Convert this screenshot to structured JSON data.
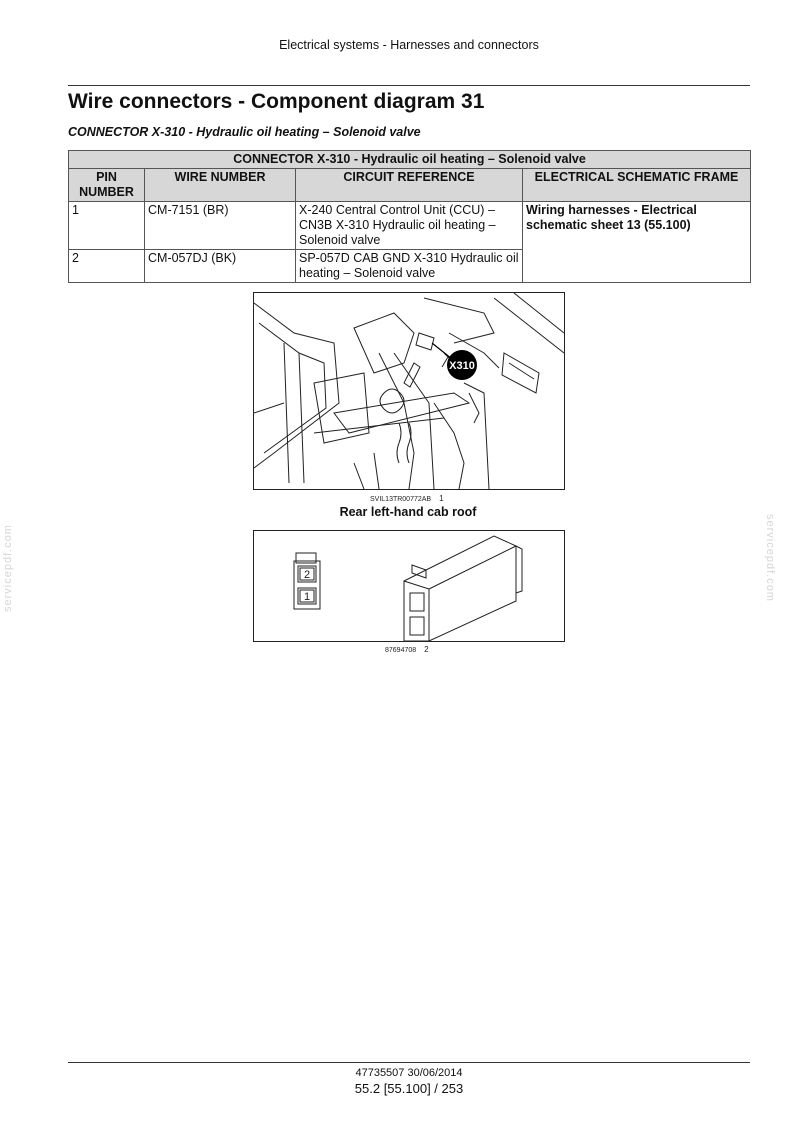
{
  "header": {
    "section": "Electrical systems - Harnesses and connectors"
  },
  "page_title": "Wire connectors - Component diagram 31",
  "subtitle": "CONNECTOR X-310 - Hydraulic oil heating – Solenoid valve",
  "table": {
    "caption": "CONNECTOR X-310 - Hydraulic oil heating – Solenoid valve",
    "headers": [
      "PIN NUMBER",
      "WIRE NUMBER",
      "CIRCUIT REFERENCE",
      "ELECTRICAL SCHEMATIC FRAME"
    ],
    "rows": [
      {
        "pin": "1",
        "wire": "CM-7151 (BR)",
        "circuit": "X-240 Central Control Unit (CCU) – CN3B X-310 Hydraulic oil heating – Solenoid valve"
      },
      {
        "pin": "2",
        "wire": "CM-057DJ (BK)",
        "circuit": "SP-057D CAB GND X-310 Hydraulic oil heating – Solenoid valve"
      }
    ],
    "frame": "Wiring harnesses - Electrical schematic sheet 13 (55.100)"
  },
  "figure1": {
    "callout": "X310",
    "image_id": "SVIL13TR00772AB",
    "number": "1",
    "caption": "Rear left-hand cab roof"
  },
  "figure2": {
    "pin_labels": [
      "2",
      "1"
    ],
    "image_id": "87694708",
    "number": "2"
  },
  "watermark": "servicepdf.com",
  "footer": {
    "doc_ref": "47735507 30/06/2014",
    "page_ref": "55.2 [55.100] / 253"
  }
}
